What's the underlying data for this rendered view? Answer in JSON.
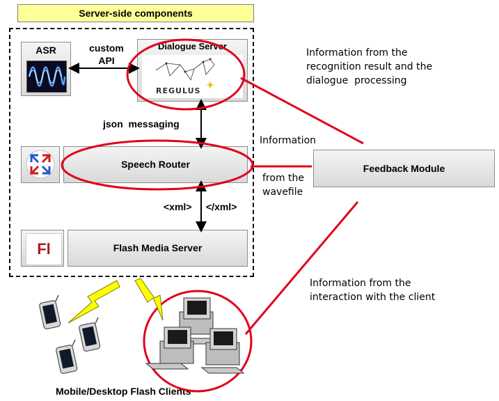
{
  "title": "Server-side components",
  "asr": {
    "label": "ASR"
  },
  "custom_api": {
    "line1": "custom",
    "line2": "API"
  },
  "dialogue_server": {
    "label": "Dialogue Server",
    "logo_text": "REGULUS"
  },
  "json_messaging": "json  messaging",
  "speech_router": {
    "label": "Speech Router"
  },
  "xml_left": "<xml>",
  "xml_right": "</xml>",
  "flash_media_server": {
    "label": "Flash Media Server",
    "logo_text": "Fl"
  },
  "feedback_module": {
    "label": "Feedback Module"
  },
  "notes": {
    "dialogue": [
      "Information from the",
      "recognition result and the",
      "dialogue  processing"
    ],
    "info": "Information",
    "wavefile": [
      "from the",
      "wavefile"
    ],
    "client": [
      "Information from the",
      "interaction with the client"
    ]
  },
  "clients_label": "Mobile/Desktop Flash Clients",
  "colors": {
    "highlight_red": "#e0001b",
    "title_yellow": "#ffff99",
    "lightning_yellow": "#ffff00"
  }
}
